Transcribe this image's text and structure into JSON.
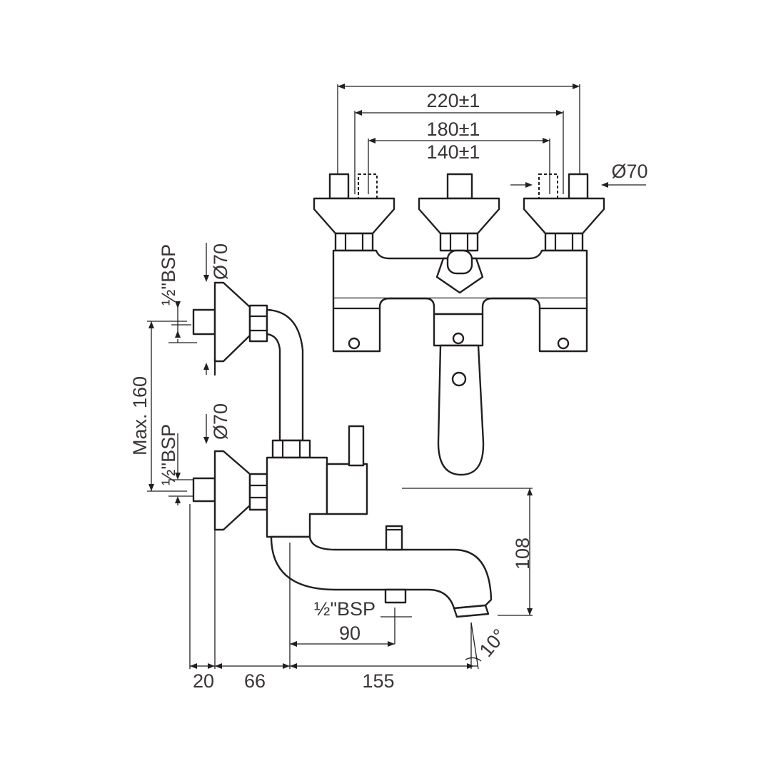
{
  "top_view": {
    "dim_outer": "220±1",
    "dim_middle": "180±1",
    "dim_inner": "140±1",
    "flange_diameter": "Ø70"
  },
  "side_view": {
    "upper_thread": "½\"BSP",
    "upper_diameter": "Ø70",
    "lower_thread": "½\"BSP",
    "lower_diameter": "Ø70",
    "vertical_span": "Max. 160",
    "spout_height": "108",
    "spout_thread": "½\"BSP",
    "spout_offset": "90",
    "dim_wall": "20",
    "dim_body": "66",
    "dim_spout": "155",
    "spout_angle": "10°"
  }
}
